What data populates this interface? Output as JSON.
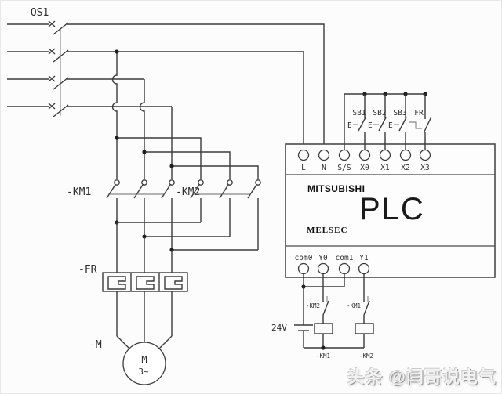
{
  "colors": {
    "line": "#3b3b3b",
    "background": "#fcfcfc",
    "plc_border": "#4a4a4a",
    "watermark_text": "#f2f2f2"
  },
  "schematic": {
    "breaker": {
      "label": "-QS1"
    },
    "contactor_km1": {
      "label": "-KM1"
    },
    "contactor_km2": {
      "label": "-KM2"
    },
    "thermal_relay": {
      "label": "-FR"
    },
    "motor": {
      "label": "-M",
      "letter": "M",
      "phase": "3~"
    },
    "plc": {
      "brand": "MITSUBISHI",
      "title": "PLC",
      "series": "MELSEC",
      "input_terminals": [
        "L",
        "N",
        "S/S",
        "X0",
        "X1",
        "X2",
        "X3"
      ],
      "output_terminals": [
        "com0",
        "Y0",
        "com1",
        "Y1"
      ]
    },
    "inputs": {
      "sb1": {
        "label": "SB1",
        "actuator": "E"
      },
      "sb2": {
        "label": "SB2",
        "actuator": "E"
      },
      "sb3": {
        "label": "SB3",
        "actuator": "E"
      },
      "fr_contact": {
        "label": "FR"
      }
    },
    "outputs": {
      "supply_label": "24V",
      "branch_y0": {
        "interlock_contact": "-KM2",
        "coil": "-KM1"
      },
      "branch_y1": {
        "interlock_contact": "-KM1",
        "coil": "-KM2"
      }
    }
  },
  "watermark": {
    "text": "头条 @闫哥说电气"
  }
}
